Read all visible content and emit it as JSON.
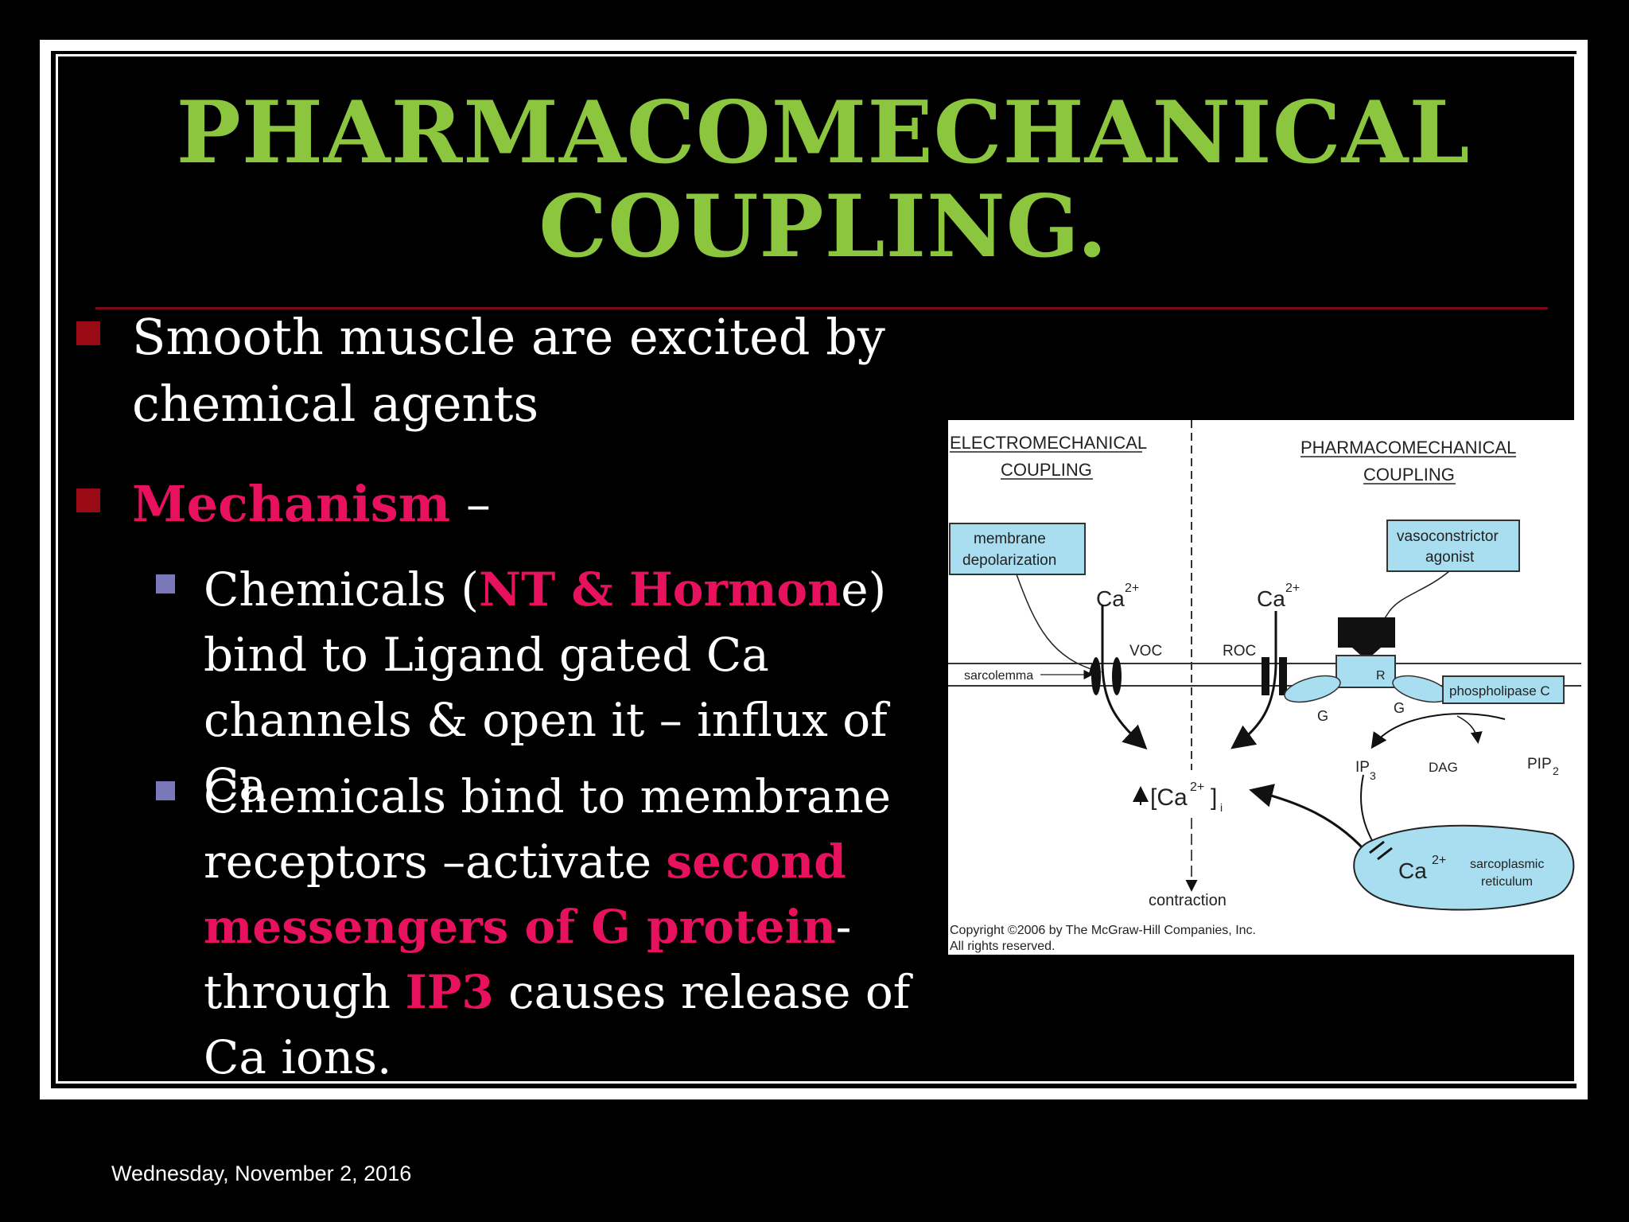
{
  "slide": {
    "title_line1": "PHARMACOMECHANICAL",
    "title_line2": "COUPLING.",
    "bullet1": "Smooth muscle are excited by chemical agents",
    "bullet2_highlight": "Mechanism",
    "bullet2_rest": " –",
    "sub1_a": "Chemicals (",
    "sub1_hl": "NT & Hormon",
    "sub1_b": "e) bind to Ligand gated Ca channels & open it – influx of Ca",
    "sub2_a": "Chemicals bind to membrane receptors –activate ",
    "sub2_hl1": "second messengers of G protein",
    "sub2_b": "- through ",
    "sub2_hl2": "IP3",
    "sub2_c": " causes release of Ca ions.",
    "date": "Wednesday, November 2, 2016"
  },
  "diagram": {
    "left_heading1": "ELECTROMECHANICAL",
    "left_heading2": "COUPLING",
    "right_heading1": "PHARMACOMECHANICAL",
    "right_heading2": "COUPLING",
    "box_membrane1": "membrane",
    "box_membrane2": "depolarization",
    "box_vaso1": "vasoconstrictor",
    "box_vaso2": "agonist",
    "ca_label": "Ca",
    "ca_sup": "2+",
    "voc": "VOC",
    "roc": "ROC",
    "sarcolemma": "sarcolemma",
    "r": "R",
    "g": "G",
    "phospholipase": "phospholipase C",
    "ip": "IP",
    "ip_sub": "3",
    "dag": "DAG",
    "pip": "PIP",
    "pip_sub": "2",
    "ca_i": "[Ca",
    "ca_i_close": "]",
    "ca_i_sub": "i",
    "contraction": "contraction",
    "sr1": "sarcoplasmic",
    "sr2": "reticulum",
    "copyright1": "Copyright ©2006 by The McGraw-Hill Companies, Inc.",
    "copyright2": "All rights reserved."
  },
  "colors": {
    "title": "#8cc63f",
    "highlight": "#e8115e",
    "bullet_square": "#9a0a14",
    "sub_square": "#7a78b8",
    "box_fill": "#a9ddf0"
  }
}
